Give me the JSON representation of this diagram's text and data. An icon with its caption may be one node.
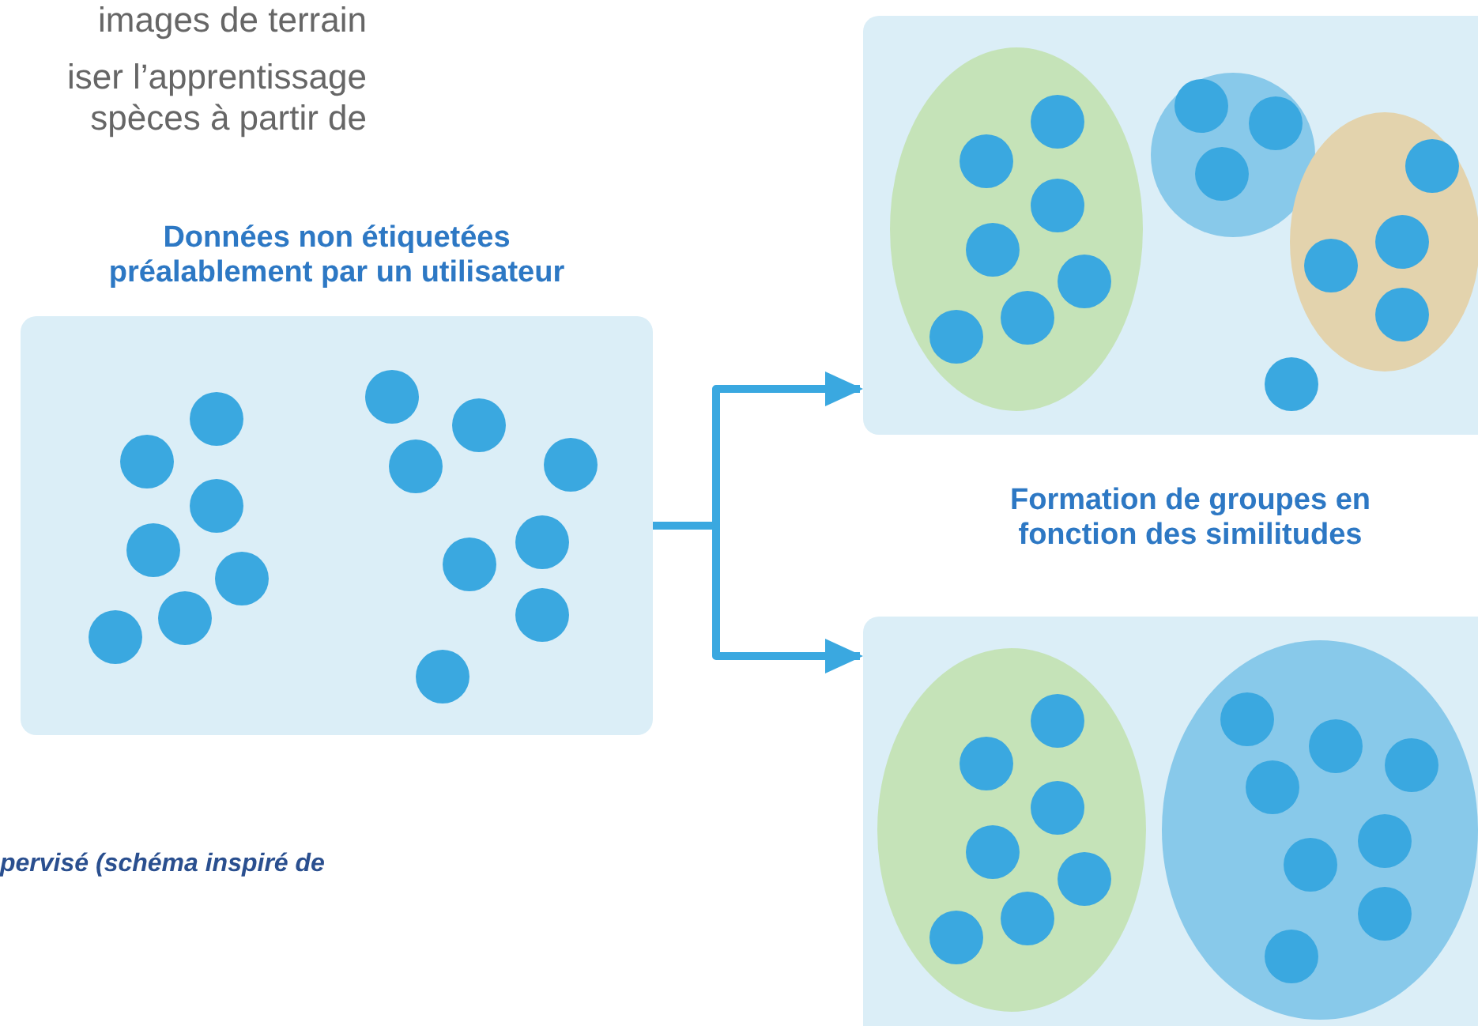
{
  "diagram": {
    "nodes": [
      {
        "text": [
          "Données non étiquetées préalablement par un utilisateur"
        ]
      },
      {
        "text": [],
        "shape": "box"
      },
      {
        "text": [],
        "shape": "box"
      }
    ],
    "edges": [
      {
        "from": 0,
        "to": 1,
        "arrow": "to"
      },
      {
        "from": 0,
        "to": 2,
        "arrow": "to"
      }
    ],
    "labels": [
      "images de terrain",
      "iser l’apprentissage",
      "spèces à partir de",
      "Formation de groupes en fonction des similitudes",
      "pervisé (schéma inspiré de"
    ]
  }
}
